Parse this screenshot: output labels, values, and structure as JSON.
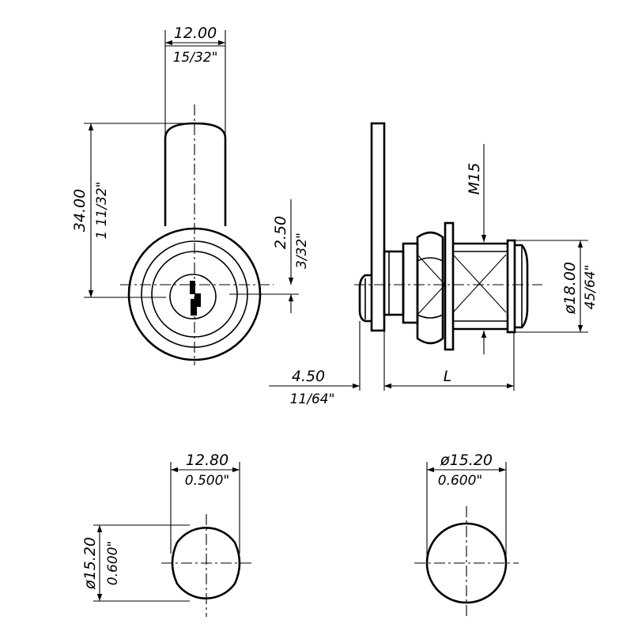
{
  "front_view": {
    "width_mm": "12.00",
    "width_in": "15/32\"",
    "height_mm": "34.00",
    "height_in": "1 11/32\"",
    "offset_mm": "2.50",
    "offset_in": "3/32\""
  },
  "side_view": {
    "thread": "M15",
    "diameter_mm": "ø18.00",
    "diameter_in": "45/64\"",
    "flange_mm": "4.50",
    "flange_in": "11/64\"",
    "length": "L"
  },
  "cam_a": {
    "width_mm": "12.80",
    "width_in": "0.500\"",
    "diameter_mm": "ø15.20",
    "diameter_in": "0.600\""
  },
  "cam_b": {
    "diameter_mm": "ø15.20",
    "diameter_in": "0.600\""
  }
}
